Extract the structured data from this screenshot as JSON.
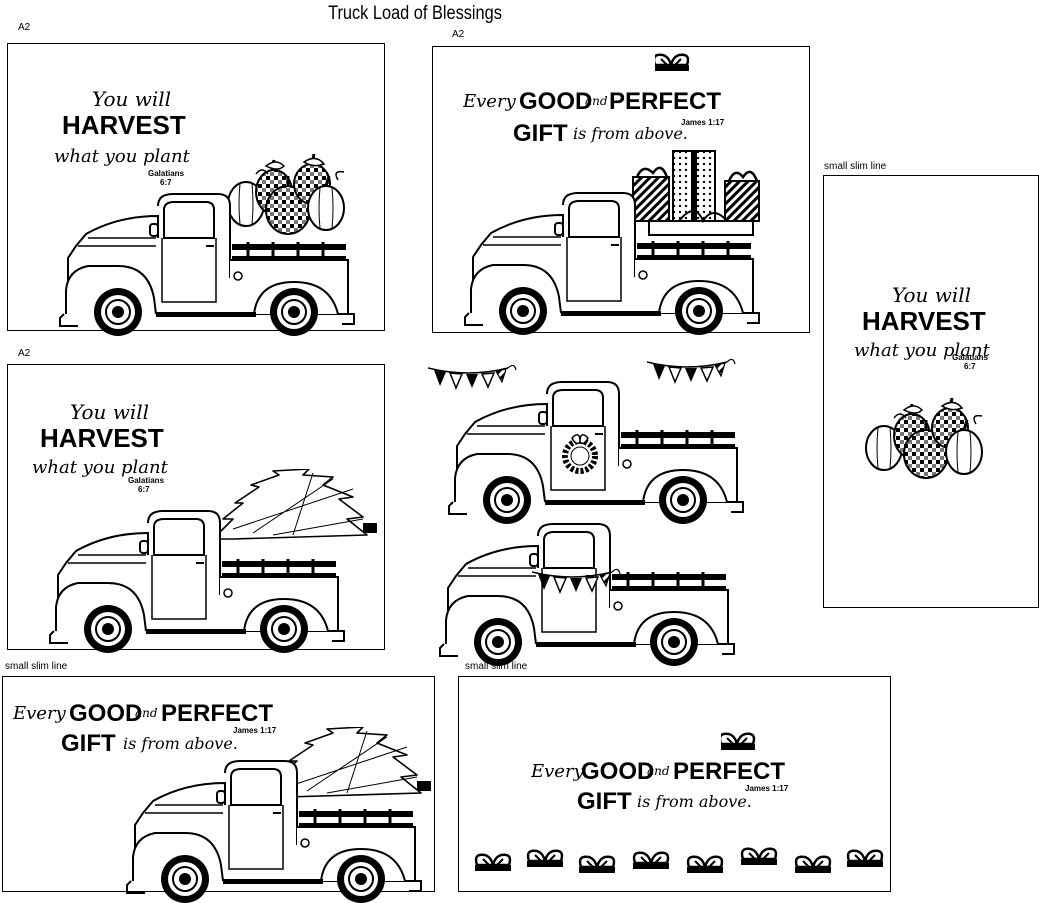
{
  "page": {
    "title": "Truck Load of Blessings"
  },
  "labels": {
    "a2_1": "A2",
    "a2_2": "A2",
    "a2_3": "A2",
    "slim_1": "small slim line",
    "slim_2": "small slim line",
    "slim_3": "small slim line"
  },
  "sentiments": {
    "harvest": {
      "line1": "You will",
      "line2": "HARVEST",
      "line3": "what you plant",
      "ref1": "Galatians",
      "ref2": "6:7"
    },
    "gift": {
      "every": "Every",
      "good": "GOOD",
      "and": "and",
      "perfect": "PERFECT",
      "gift": "GIFT",
      "rest": "is from above.",
      "ref": "James 1:17"
    }
  },
  "icons": {
    "truck": "truck-icon",
    "pumpkins": "pumpkin-icon",
    "presents": "gift-box-icon",
    "tree": "christmas-tree-icon",
    "banner": "bunting-banner-icon",
    "wreath": "wreath-icon",
    "bow": "bow-icon"
  }
}
